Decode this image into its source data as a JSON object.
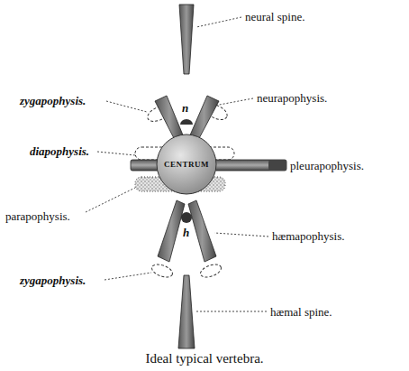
{
  "diagram": {
    "caption": "Ideal typical vertebra.",
    "nodes": [
      {
        "text": [
          "CENTRUM"
        ]
      }
    ],
    "edges": [],
    "labels": [
      "neural spine.",
      "zygapophysis.",
      "neurapophysis.",
      "diapophysis.",
      "pleurapophysis.",
      "parapophysis.",
      "hæmapophysis.",
      "zygapophysis.",
      "hæmal spine.",
      "n",
      "h"
    ]
  }
}
